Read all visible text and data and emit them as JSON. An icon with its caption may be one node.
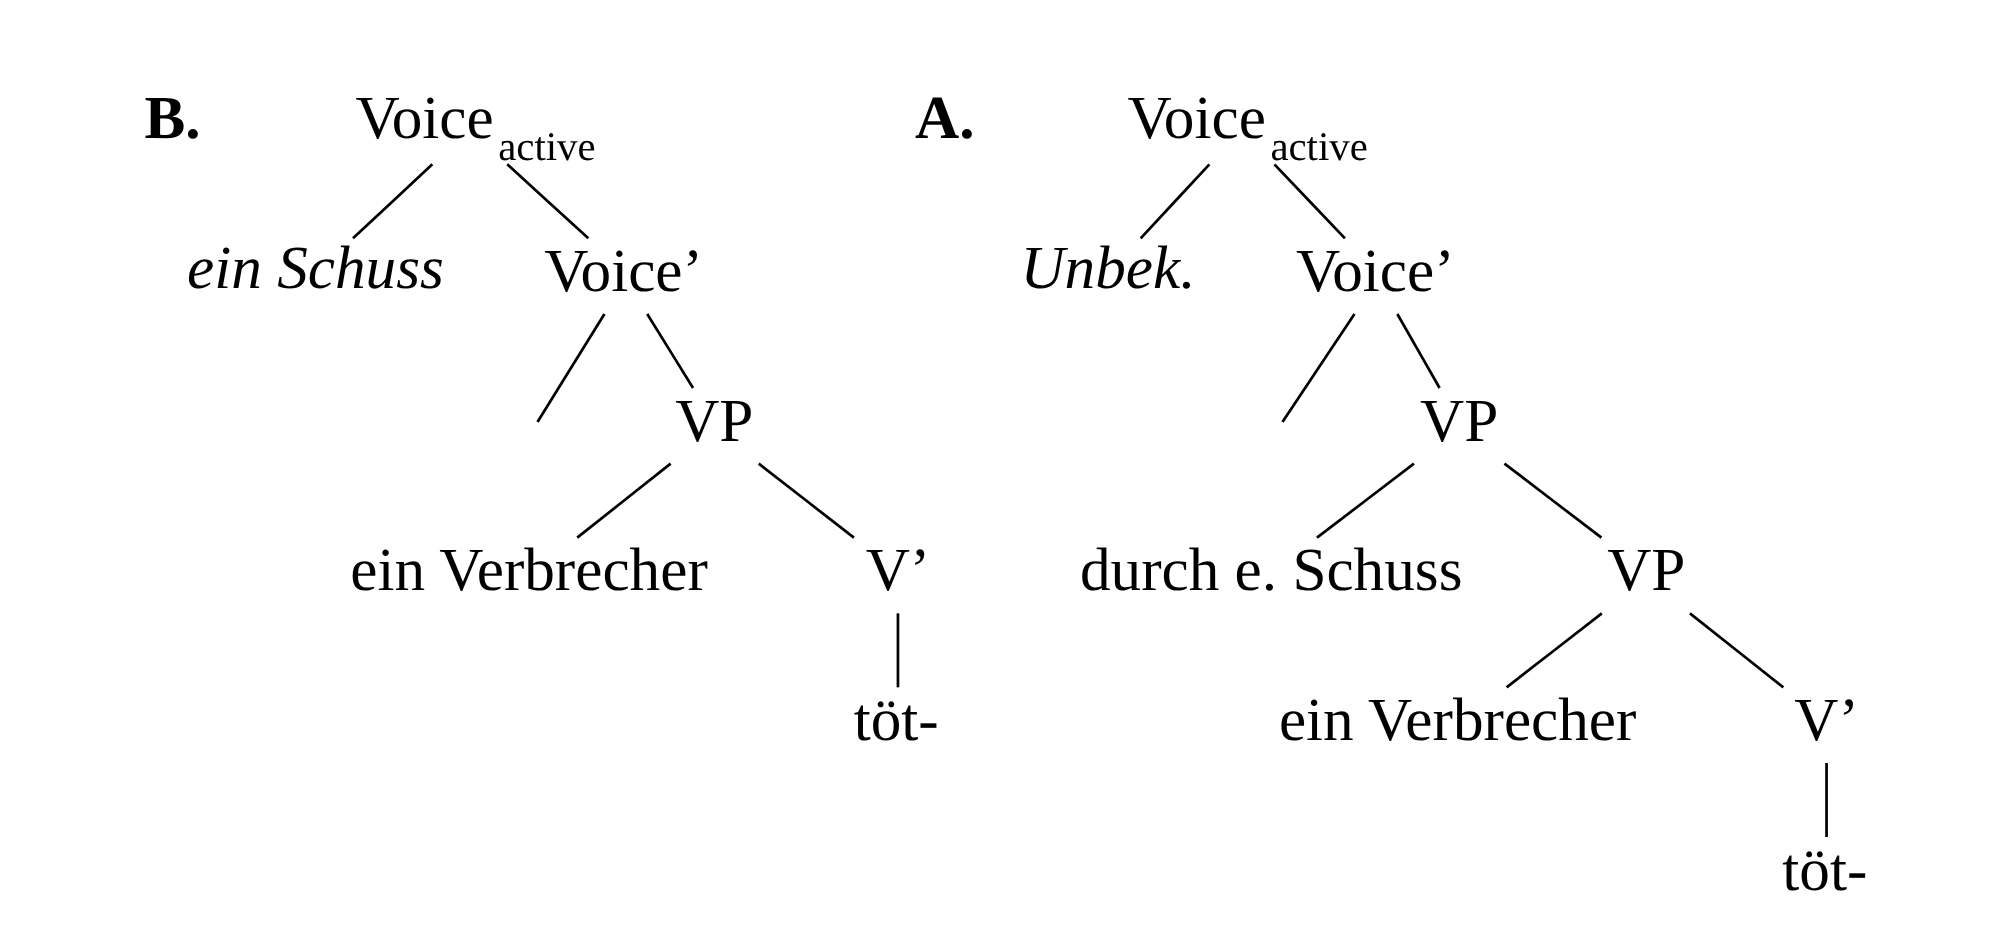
{
  "diagram": {
    "nodes": [
      {
        "text": [
          "Voice$_{active}$"
        ]
      },
      {
        "text": [
          "Unbek."
        ]
      },
      {
        "text": [
          "Voice’"
        ]
      },
      {
        "text": [
          "VP"
        ]
      },
      {
        "text": [
          "durch e. Schuss"
        ]
      },
      {
        "text": [
          "VP"
        ]
      },
      {
        "text": [
          "ein Verbrecher"
        ]
      },
      {
        "text": [
          "V’"
        ]
      },
      {
        "text": [
          "töt-"
        ]
      },
      {
        "text": [
          "Voice$_{active}$"
        ]
      },
      {
        "text": [
          "ein Schuss"
        ]
      },
      {
        "text": [
          "Voice’"
        ]
      },
      {
        "text": [
          "VP"
        ]
      },
      {
        "text": [
          "ein Verbrecher"
        ]
      },
      {
        "text": [
          "V’"
        ]
      },
      {
        "text": [
          "töt-"
        ]
      }
    ],
    "edges": [
      {
        "from": 0,
        "to": 1,
        "arrow": "none"
      },
      {
        "from": 0,
        "to": 2,
        "arrow": "none"
      },
      {
        "from": 2,
        "to": null,
        "arrow": "none"
      },
      {
        "from": 2,
        "to": 3,
        "arrow": "none"
      },
      {
        "from": 3,
        "to": 4,
        "arrow": "none"
      },
      {
        "from": 3,
        "to": 5,
        "arrow": "none"
      },
      {
        "from": 5,
        "to": 6,
        "arrow": "none"
      },
      {
        "from": 5,
        "to": 7,
        "arrow": "none"
      },
      {
        "from": 7,
        "to": 8,
        "arrow": "none"
      },
      {
        "from": 9,
        "to": 10,
        "arrow": "none"
      },
      {
        "from": 9,
        "to": 11,
        "arrow": "none"
      },
      {
        "from": 11,
        "to": null,
        "arrow": "none"
      },
      {
        "from": 11,
        "to": 12,
        "arrow": "none"
      },
      {
        "from": 12,
        "to": 13,
        "arrow": "none"
      },
      {
        "from": 12,
        "to": 14,
        "arrow": "none"
      },
      {
        "from": 14,
        "to": 15,
        "arrow": "none"
      }
    ],
    "labels": [
      "A.",
      "B."
    ]
  }
}
